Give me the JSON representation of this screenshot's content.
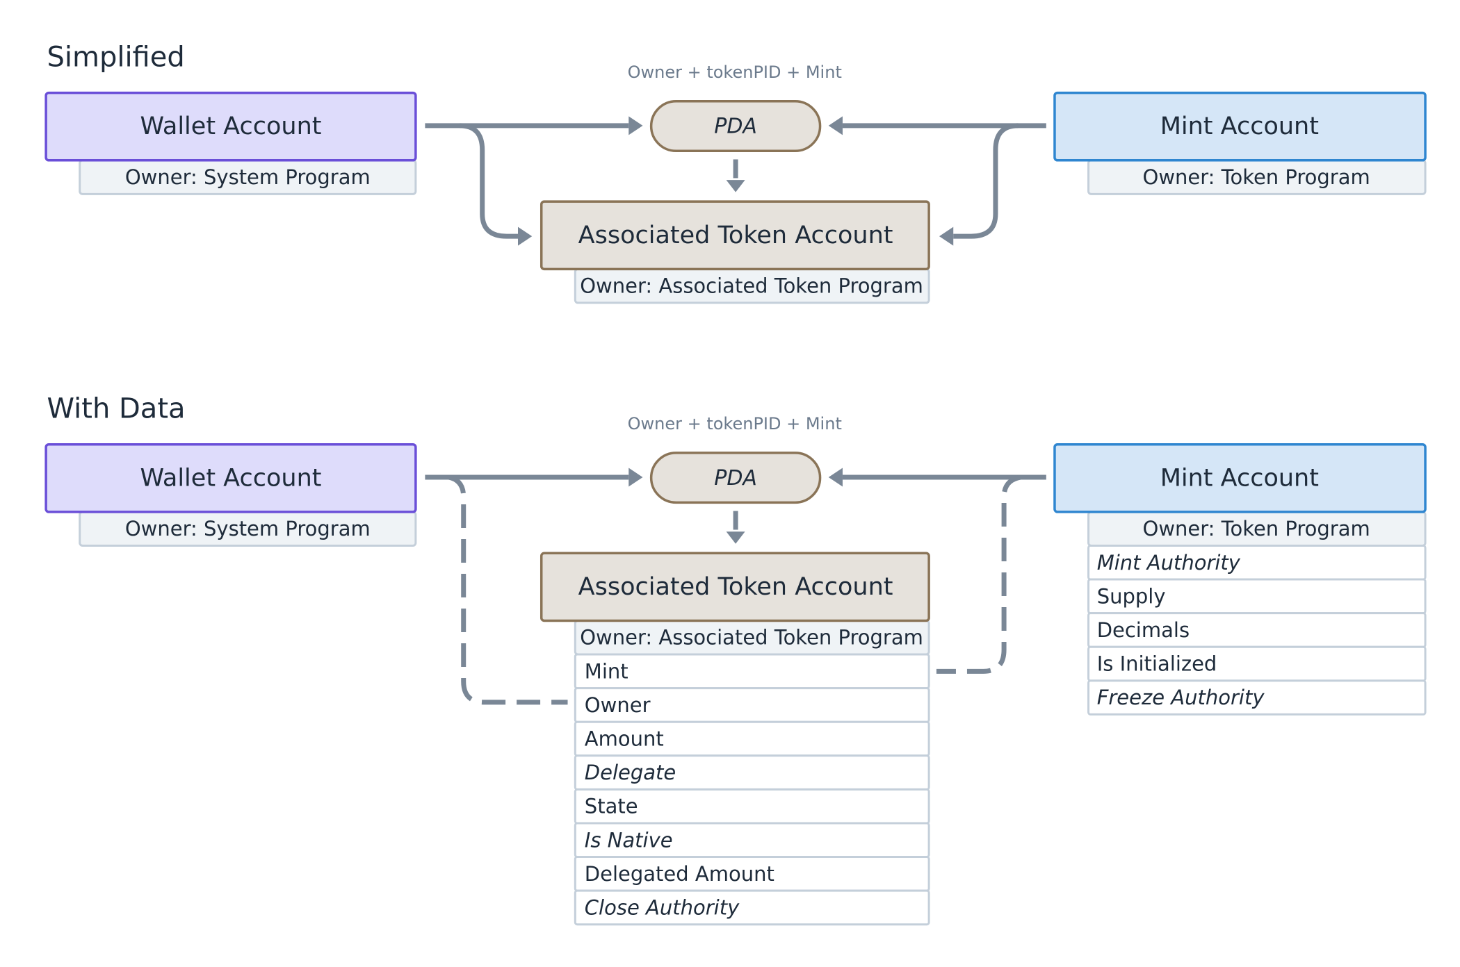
{
  "sections": [
    {
      "title": "Simplified",
      "pda_label": "Owner + tokenPID + Mint",
      "wallet": {
        "label": "Wallet Account",
        "owner": "Owner: System Program"
      },
      "pda": {
        "label": "PDA"
      },
      "mint": {
        "label": "Mint Account",
        "owner": "Owner: Token Program",
        "fields": []
      },
      "ata": {
        "label": "Associated Token Account",
        "owner": "Owner: Associated Token Program",
        "fields": []
      }
    },
    {
      "title": "With Data",
      "pda_label": "Owner + tokenPID + Mint",
      "wallet": {
        "label": "Wallet Account",
        "owner": "Owner: System Program"
      },
      "pda": {
        "label": "PDA"
      },
      "mint": {
        "label": "Mint Account",
        "owner": "Owner: Token Program",
        "fields": [
          {
            "text": "Mint Authority",
            "italic": true
          },
          {
            "text": "Supply",
            "italic": false
          },
          {
            "text": "Decimals",
            "italic": false
          },
          {
            "text": "Is Initialized",
            "italic": false
          },
          {
            "text": "Freeze Authority",
            "italic": true
          }
        ]
      },
      "ata": {
        "label": "Associated Token Account",
        "owner": "Owner: Associated Token Program",
        "fields": [
          {
            "text": "Mint",
            "italic": false
          },
          {
            "text": "Owner",
            "italic": false
          },
          {
            "text": "Amount",
            "italic": false
          },
          {
            "text": "Delegate",
            "italic": true
          },
          {
            "text": "State",
            "italic": false
          },
          {
            "text": "Is Native",
            "italic": true
          },
          {
            "text": "Delegated Amount",
            "italic": false
          },
          {
            "text": "Close Authority",
            "italic": true
          }
        ]
      }
    }
  ],
  "colors": {
    "wallet_fill": "#dedcfb",
    "wallet_stroke": "#6a4fd8",
    "mint_fill": "#d5e6f7",
    "mint_stroke": "#2f86d0",
    "ata_fill": "#e6e2dc",
    "ata_stroke": "#8a7457",
    "owner_fill": "#eff3f6",
    "owner_stroke": "#c4cfda",
    "field_fill": "#ffffff",
    "field_stroke": "#c4cfda",
    "edge": "#7a8796",
    "text": "#1e2b3a",
    "muted_text": "#6b7a8c"
  }
}
